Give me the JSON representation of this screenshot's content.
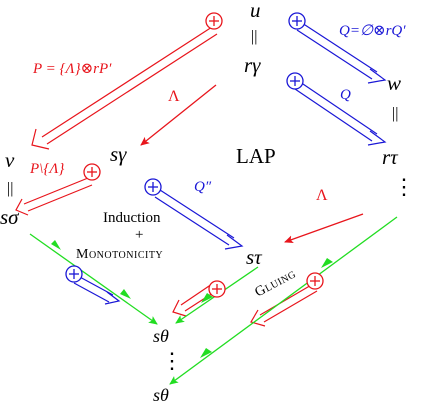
{
  "terms": {
    "u": "u",
    "r_gamma": "rγ",
    "w": "w",
    "r_tau": "rτ",
    "v": "v",
    "s_sigma": "sσ",
    "s_gamma": "sγ",
    "s_tau": "sτ",
    "s_theta_1": "sθ",
    "s_theta_2": "sθ"
  },
  "equals_sign": "||",
  "vdots": "⋮",
  "labels": {
    "P_def": "P = {Λ}⊗rP′",
    "Q_def": "Q=∅⊗rQ′",
    "Lambda_1": "Λ",
    "Lambda_2": "Λ",
    "Q": "Q",
    "P_minus": "P\\{Λ}",
    "Q_dprime": "Q″",
    "lap": "LAP",
    "induction": "Induction",
    "plus": "+",
    "monotonicity": "Monotonicity",
    "gluing": "Gluing"
  },
  "circled_plus": "+",
  "colors": {
    "red": "#e8151c",
    "blue": "#1a17d6",
    "green": "#22dd22",
    "black": "#000000"
  }
}
